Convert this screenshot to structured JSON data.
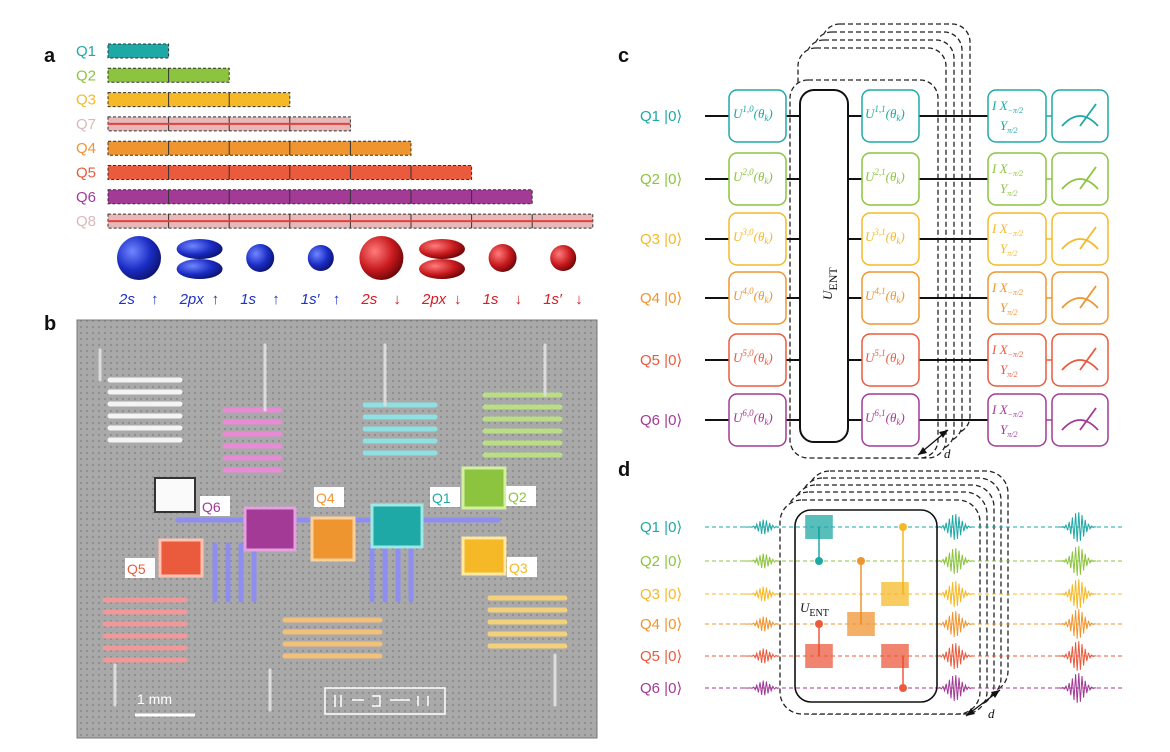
{
  "colors": {
    "Q1": "#1ea8a6",
    "Q2": "#8cc43f",
    "Q3": "#f5b928",
    "Q4": "#ef9530",
    "Q5": "#ea5a3d",
    "Q6": "#a23a96",
    "Q7": "#e8b8b8",
    "Q8": "#e8b8b8",
    "blue": "#1f33c8",
    "red": "#d21e24"
  },
  "panel_a": {
    "letter": "a",
    "qubits": [
      {
        "label": "Q1",
        "segments": 1
      },
      {
        "label": "Q2",
        "segments": 2
      },
      {
        "label": "Q3",
        "segments": 3
      },
      {
        "label": "Q7",
        "segments": 4
      },
      {
        "label": "Q4",
        "segments": 5
      },
      {
        "label": "Q5",
        "segments": 6
      },
      {
        "label": "Q6",
        "segments": 7
      },
      {
        "label": "Q8",
        "segments": 8
      }
    ],
    "orbitals": [
      {
        "label": "2s",
        "arrow": "↑",
        "spin": "up"
      },
      {
        "label": "2px",
        "arrow": "↑",
        "spin": "up"
      },
      {
        "label": "1s",
        "arrow": "↑",
        "spin": "up"
      },
      {
        "label": "1s′",
        "arrow": "↑",
        "spin": "up"
      },
      {
        "label": "2s",
        "arrow": "↓",
        "spin": "down"
      },
      {
        "label": "2px",
        "arrow": "↓",
        "spin": "down"
      },
      {
        "label": "1s",
        "arrow": "↓",
        "spin": "down"
      },
      {
        "label": "1s′",
        "arrow": "↓",
        "spin": "down"
      }
    ]
  },
  "panel_b": {
    "letter": "b",
    "chip_labels": [
      "Q6",
      "Q4",
      "Q1",
      "Q2",
      "Q5",
      "Q3"
    ],
    "scale_bar": "1 mm"
  },
  "panel_c": {
    "letter": "c",
    "rows": [
      {
        "label": "Q1 |0⟩",
        "u1": "U",
        "s1": "1,0",
        "u2": "U",
        "s2": "1,1",
        "arg": "(θ",
        "k": "k",
        "close": ")"
      },
      {
        "label": "Q2 |0⟩",
        "u1": "U",
        "s1": "2,0",
        "u2": "U",
        "s2": "2,1",
        "arg": "(θ",
        "k": "k",
        "close": ")"
      },
      {
        "label": "Q3 |0⟩",
        "u1": "U",
        "s1": "3,0",
        "u2": "U",
        "s2": "3,1",
        "arg": "(θ",
        "k": "k",
        "close": ")"
      },
      {
        "label": "Q4 |0⟩",
        "u1": "U",
        "s1": "4,0",
        "u2": "U",
        "s2": "4,1",
        "arg": "(θ",
        "k": "k",
        "close": ")"
      },
      {
        "label": "Q5 |0⟩",
        "u1": "U",
        "s1": "5,0",
        "u2": "U",
        "s2": "5,1",
        "arg": "(θ",
        "k": "k",
        "close": ")"
      },
      {
        "label": "Q6 |0⟩",
        "u1": "U",
        "s1": "6,0",
        "u2": "U",
        "s2": "6,1",
        "arg": "(θ",
        "k": "k",
        "close": ")"
      }
    ],
    "uent": "U",
    "uent_sub": "ENT",
    "depth": "d",
    "basis": {
      "i": "I",
      "x": "X",
      "x_sub": "−π/2",
      "y": "Y",
      "y_sub": "π/2"
    }
  },
  "panel_d": {
    "letter": "d",
    "rows": [
      "Q1 |0⟩",
      "Q2 |0⟩",
      "Q3 |0⟩",
      "Q4 |0⟩",
      "Q5 |0⟩",
      "Q6 |0⟩"
    ],
    "uent": "U",
    "uent_sub": "ENT",
    "depth": "d"
  }
}
